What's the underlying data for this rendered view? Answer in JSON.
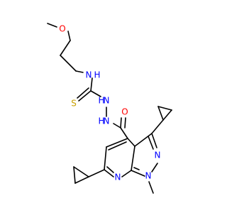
{
  "molecule": {
    "atoms": {
      "o_ether": "O",
      "n_thioamide": "N",
      "h_thioamide": "H",
      "s_thione": "S",
      "n_hydrazide_1": "N",
      "h_hydrazide_1": "H",
      "n_hydrazide_2": "N",
      "h_hydrazide_2": "H",
      "o_carbonyl": "O",
      "n_pyrazole_2": "N",
      "n_pyrazole_1": "N",
      "n_pyridine": "N"
    },
    "colors": {
      "oxygen": "#ff0000",
      "nitrogen": "#0000ff",
      "sulfur": "#c8a000",
      "bond": "#000000"
    }
  }
}
